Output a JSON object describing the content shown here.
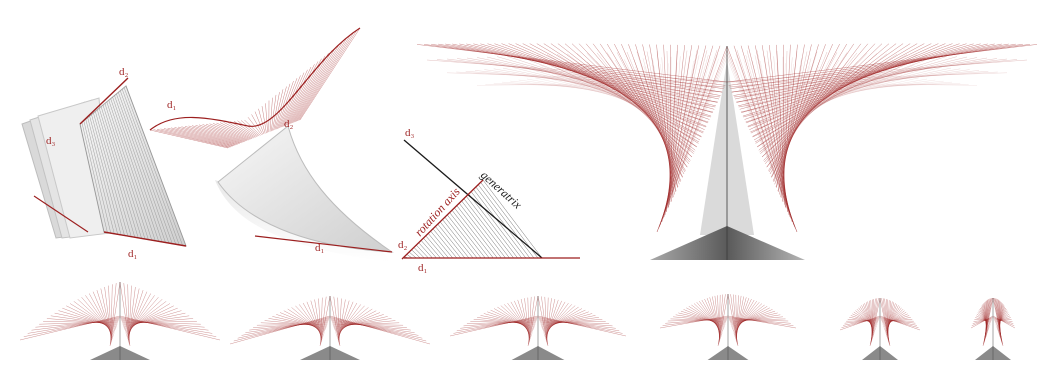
{
  "colors": {
    "accent_red": "#9c1f1f",
    "line_black": "#1a1a1a",
    "surface_light": "#e6e6e6",
    "surface_mid": "#b9b9b9",
    "surface_dark": "#7e7e7e"
  },
  "panel_a": {
    "labels": {
      "d1": "d₁",
      "d2": "d₂",
      "d3": "d₃"
    }
  },
  "panel_b": {
    "labels": {
      "d1_top": "d₁",
      "d2": "d₂",
      "d1_bottom": "d₁"
    }
  },
  "panel_c": {
    "labels": {
      "d3": "d₃",
      "d2": "d₂",
      "d1": "d₁",
      "rotation_axis": "rotation axis",
      "generatrix": "generatrix"
    }
  },
  "thumbnails": {
    "count": 6,
    "icon": "tent-surface-icon"
  }
}
